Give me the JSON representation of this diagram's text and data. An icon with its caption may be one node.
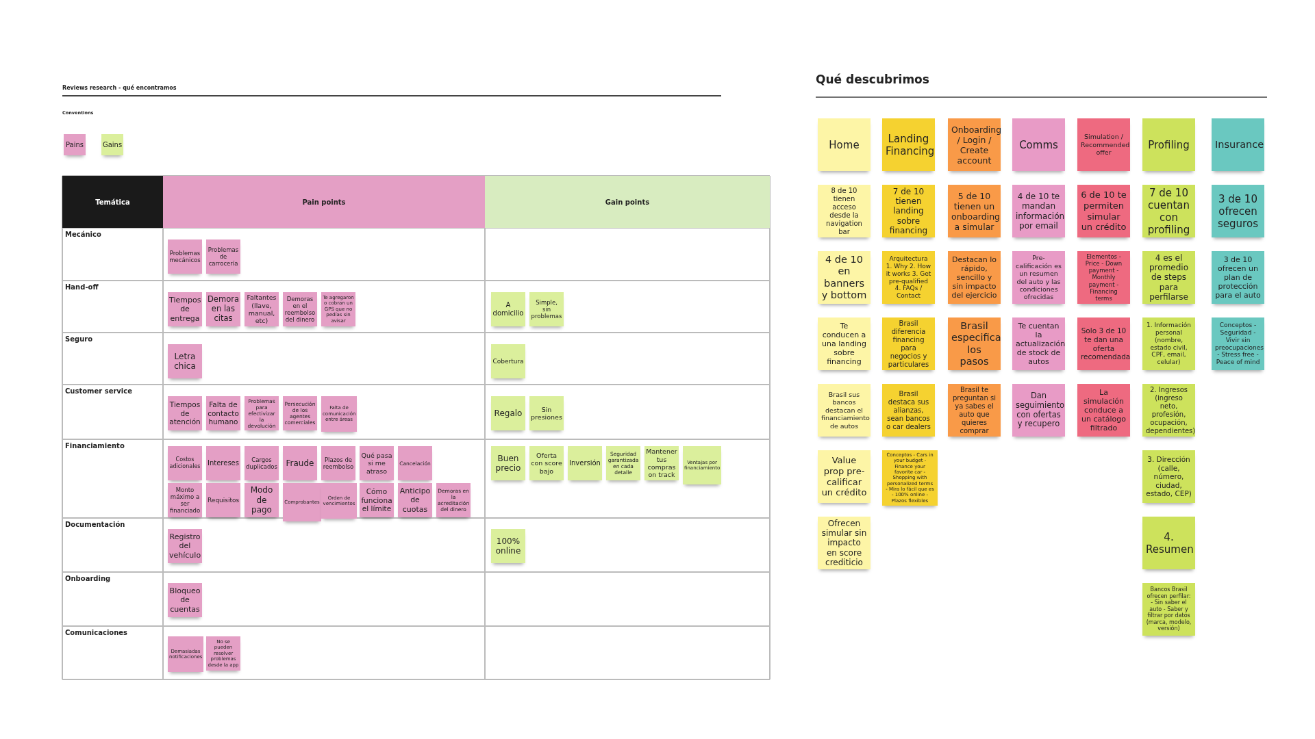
{
  "diagram": {
    "nodes": [
      {
        "text": [
          "Problemas mecánicos"
        ]
      },
      {
        "text": [
          "Problemas de carrocería"
        ]
      },
      {
        "text": [
          "Tiempos de entrega"
        ]
      },
      {
        "text": [
          "Demora en las citas"
        ]
      },
      {
        "text": [
          "Faltantes (llave, manual, etc)"
        ]
      },
      {
        "text": [
          "Demoras en el reembolso del dinero"
        ]
      },
      {
        "text": [
          "Te agregaron o cobran un GPS que no pedías sin avisar"
        ]
      },
      {
        "text": [
          "A domicilio"
        ]
      },
      {
        "text": [
          "Simple, sin problemas"
        ]
      },
      {
        "text": [
          "Letra chica"
        ]
      },
      {
        "text": [
          "Cobertura"
        ]
      },
      {
        "text": [
          "Tiempos de atención"
        ]
      },
      {
        "text": [
          "Falta de contacto humano"
        ]
      },
      {
        "text": [
          "Problemas para efectivizar la devolución"
        ]
      },
      {
        "text": [
          "Persecución de los agentes comerciales"
        ]
      },
      {
        "text": [
          "Falta de comunicación entre áreas"
        ]
      },
      {
        "text": [
          "Regalo"
        ]
      },
      {
        "text": [
          "Sin presiones"
        ]
      },
      {
        "text": [
          "Costos adicionales"
        ]
      },
      {
        "text": [
          "Intereses"
        ]
      },
      {
        "text": [
          "Cargos duplicados"
        ]
      },
      {
        "text": [
          "Fraude"
        ]
      },
      {
        "text": [
          "Plazos de reembolso"
        ]
      },
      {
        "text": [
          "Qué pasa si me atraso"
        ]
      },
      {
        "text": [
          "Cancelación"
        ]
      },
      {
        "text": [
          "Monto máximo a ser financiado"
        ]
      },
      {
        "text": [
          "Requisitos"
        ]
      },
      {
        "text": [
          "Modo de pago"
        ]
      },
      {
        "text": [
          "Comprobantes"
        ]
      },
      {
        "text": [
          "Orden de vencimientos"
        ]
      },
      {
        "text": [
          "Cómo funciona el límite"
        ]
      },
      {
        "text": [
          "Anticipo de cuotas"
        ]
      },
      {
        "text": [
          "Demoras en la acreditación del dinero"
        ]
      },
      {
        "text": [
          "Buen precio"
        ]
      },
      {
        "text": [
          "Oferta con score bajo"
        ]
      },
      {
        "text": [
          "Inversión"
        ]
      },
      {
        "text": [
          "Seguridad garantizada en cada detalle"
        ]
      },
      {
        "text": [
          "Mantener tus compras on track"
        ]
      },
      {
        "text": [
          "Ventajas por financiamiento"
        ]
      },
      {
        "text": [
          "Registro del vehículo"
        ]
      },
      {
        "text": [
          "100% online"
        ]
      },
      {
        "text": [
          "Bloqueo de cuentas"
        ]
      },
      {
        "text": [
          "Demasiadas notificaciones"
        ]
      },
      {
        "text": [
          "No se pueden resolver problemas desde la app"
        ]
      },
      {
        "text": [
          "Home"
        ]
      },
      {
        "text": [
          "8 de 10 tienen acceso desde la navigation bar"
        ]
      },
      {
        "text": [
          "4 de 10 en banners y bottom"
        ]
      },
      {
        "text": [
          "Te conducen a una landing sobre financing"
        ]
      },
      {
        "text": [
          "Brasil sus bancos destacan el financiamiento de autos"
        ]
      },
      {
        "text": [
          "Value prop pre-calificar un crédito"
        ]
      },
      {
        "text": [
          "Ofrecen simular sin impacto en score crediticio"
        ]
      },
      {
        "text": [
          "Landing Financing"
        ]
      },
      {
        "text": [
          "7 de 10 tienen landing sobre financing"
        ]
      },
      {
        "text": [
          "Arquitectura 1. Why 2. How it works 3. Get pre-qualified 4. FAQs / Contact"
        ]
      },
      {
        "text": [
          "Brasil diferencia financing para negocios y particulares"
        ]
      },
      {
        "text": [
          "Brasil destaca sus alianzas, sean bancos o car dealers"
        ]
      },
      {
        "text": [
          "Conceptos - Cars in your budget - Finance your favorite car - Shopping with personalized terms - Mira lo fácil que es - 100% online - Plazos flexibles"
        ]
      },
      {
        "text": [
          "Onboarding / Login / Create account"
        ]
      },
      {
        "text": [
          "5 de 10 tienen un onboarding a simular"
        ]
      },
      {
        "text": [
          "Destacan lo rápido, sencillo y sin impacto del ejercicio"
        ]
      },
      {
        "text": [
          "Brasil especifica los pasos"
        ]
      },
      {
        "text": [
          "Brasil te preguntan si ya sabes el auto que quieres comprar"
        ]
      },
      {
        "text": [
          "Comms"
        ]
      },
      {
        "text": [
          "4 de 10 te mandan información por email"
        ]
      },
      {
        "text": [
          "Pre-calificación es un resumen del auto y las condiciones ofrecidas"
        ]
      },
      {
        "text": [
          "Te cuentan la actualización de stock de autos"
        ]
      },
      {
        "text": [
          "Dan seguimiento con ofertas y recupero"
        ]
      },
      {
        "text": [
          "Simulation / Recommended offer"
        ]
      },
      {
        "text": [
          "6 de 10 te permiten simular un crédito"
        ]
      },
      {
        "text": [
          "Elementos - Price - Down payment - Monthly payment - Financing terms"
        ]
      },
      {
        "text": [
          "Solo 3 de 10 te dan una oferta recomendada"
        ]
      },
      {
        "text": [
          "La simulación conduce a un catálogo filtrado"
        ]
      },
      {
        "text": [
          "Profiling"
        ]
      },
      {
        "text": [
          "7 de 10 cuentan con profiling"
        ]
      },
      {
        "text": [
          "4 es el promedio de steps para perfilarse"
        ]
      },
      {
        "text": [
          "1. Información personal (nombre, estado civil, CPF, email, celular)"
        ]
      },
      {
        "text": [
          "2. Ingresos (ingreso neto, profesión, ocupación, dependientes)"
        ]
      },
      {
        "text": [
          "3. Dirección (calle, número, ciudad, estado, CEP)"
        ]
      },
      {
        "text": [
          "4. Resumen"
        ]
      },
      {
        "text": [
          "Bancos Brasil ofrecen perfilar: - Sin saber el auto - Saber y filtrar por datos (marca, modelo, versión)"
        ]
      },
      {
        "text": [
          "Insurance"
        ]
      },
      {
        "text": [
          "3 de 10 ofrecen seguros"
        ]
      },
      {
        "text": [
          "3 de 10 ofrecen un plan de protección para el auto"
        ]
      },
      {
        "text": [
          "Conceptos - Seguridad - Vivir sin preocupaciones - Stress free - Peace of mind"
        ]
      }
    ],
    "labels": [
      "Reviews research - qué encontramos",
      "Conventions",
      "Temática",
      "Pain points",
      "Gain points",
      "Mecánico",
      "Hand-off",
      "Seguro",
      "Customer service",
      "Financiamiento",
      "Documentación",
      "Onboarding",
      "Comunicaciones",
      "Qué descubrimos"
    ],
    "legend": [
      {
        "text": "Pains",
        "color": "#e49fc5"
      },
      {
        "text": "Gains",
        "color": "#dbef9c"
      }
    ]
  }
}
